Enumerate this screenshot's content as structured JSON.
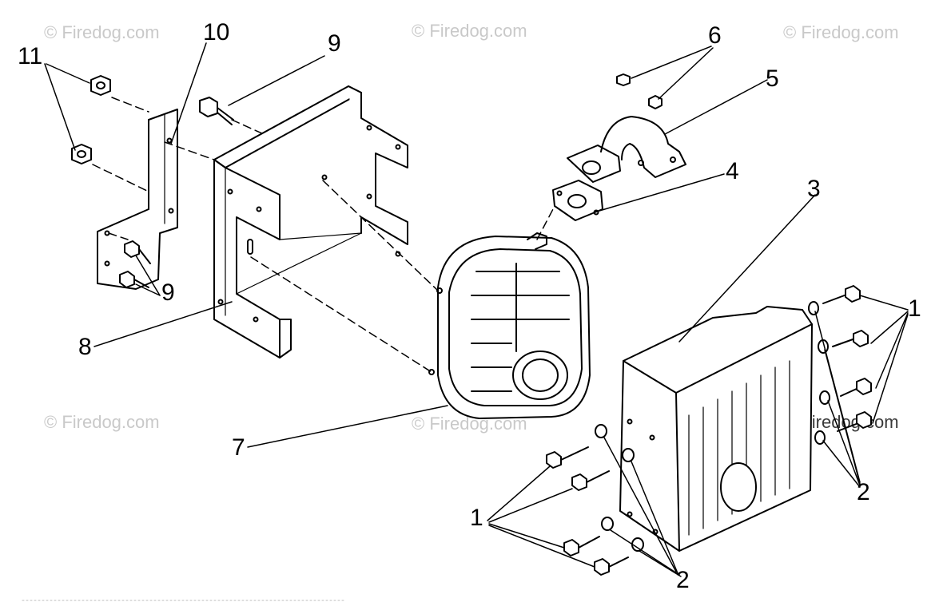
{
  "watermarks": [
    "© Firedog.com",
    "© Firedog.com",
    "© Firedog.com",
    "© Firedog.com",
    "© Firedog.com",
    "© Firedog.com"
  ],
  "callouts": {
    "n1_right": "1",
    "n1_left": "1",
    "n2_right": "2",
    "n2_bottom": "2",
    "n3": "3",
    "n4": "4",
    "n5": "5",
    "n6": "6",
    "n7": "7",
    "n8": "8",
    "n9_top": "9",
    "n9_bottom": "9",
    "n10": "10",
    "n11": "11"
  }
}
